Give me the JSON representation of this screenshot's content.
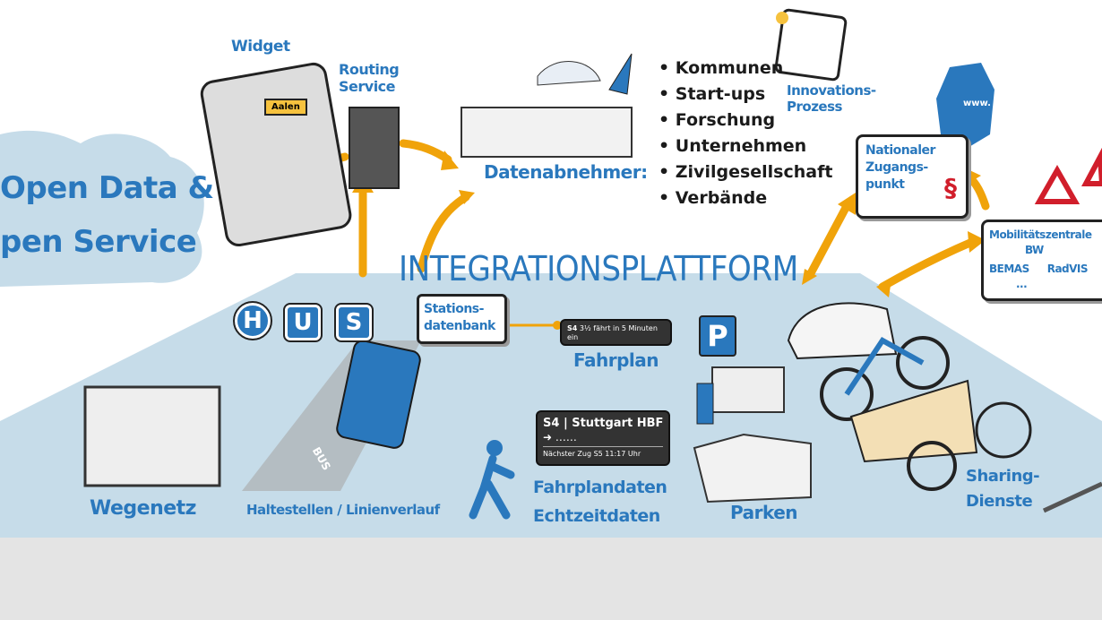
{
  "cloud": {
    "line1": "Open Data &",
    "line2": "pen Service"
  },
  "widget": {
    "label": "Widget",
    "map_tag": "Aalen"
  },
  "routing": {
    "label": "Routing Service"
  },
  "consumers": {
    "label": "Datenabnehmer:",
    "items": [
      "Kommunen",
      "Start-ups",
      "Forschung",
      "Unternehmen",
      "Zivilgesellschaft",
      "Verbände"
    ]
  },
  "innovation": {
    "label": "Innovations-Prozess"
  },
  "national": {
    "line1": "Nationaler",
    "line2": "Zugangs-",
    "line3": "punkt",
    "symbol": "§",
    "map_tag": "www."
  },
  "mobility": {
    "line1": "Mobilitätszentrale",
    "line2": "BW",
    "item1": "BEMAS",
    "item2": "RadVIS",
    "more": "..."
  },
  "platform": {
    "title": "INTEGRATIONSPLATTFORM"
  },
  "bus_stop": {
    "letters": [
      "H",
      "U",
      "S"
    ],
    "road_text": "BUS"
  },
  "stations": {
    "line1": "Stations-",
    "line2": "datenbank"
  },
  "timetable": {
    "line": "S4",
    "text": "3½ fährt in 5 Minuten ein",
    "label": "Fahrplan"
  },
  "realtime_board": {
    "line": "S4",
    "destination": "Stuttgart HBF",
    "next": "Nächster Zug S5 11:17 Uhr"
  },
  "realtime": {
    "line1": "Fahrplandaten",
    "line2": "Echtzeitdaten"
  },
  "parking": {
    "sign": "P",
    "label": "Parken"
  },
  "network": {
    "label": "Wegenetz"
  },
  "stops": {
    "label": "Haltestellen / Linienverlauf"
  },
  "sharing": {
    "line1": "Sharing-",
    "line2": "Dienste"
  },
  "colors": {
    "blue": "#2a78bd",
    "platform": "#c6dce9",
    "arrow": "#f0a30a",
    "ground": "#e4e4e4"
  }
}
